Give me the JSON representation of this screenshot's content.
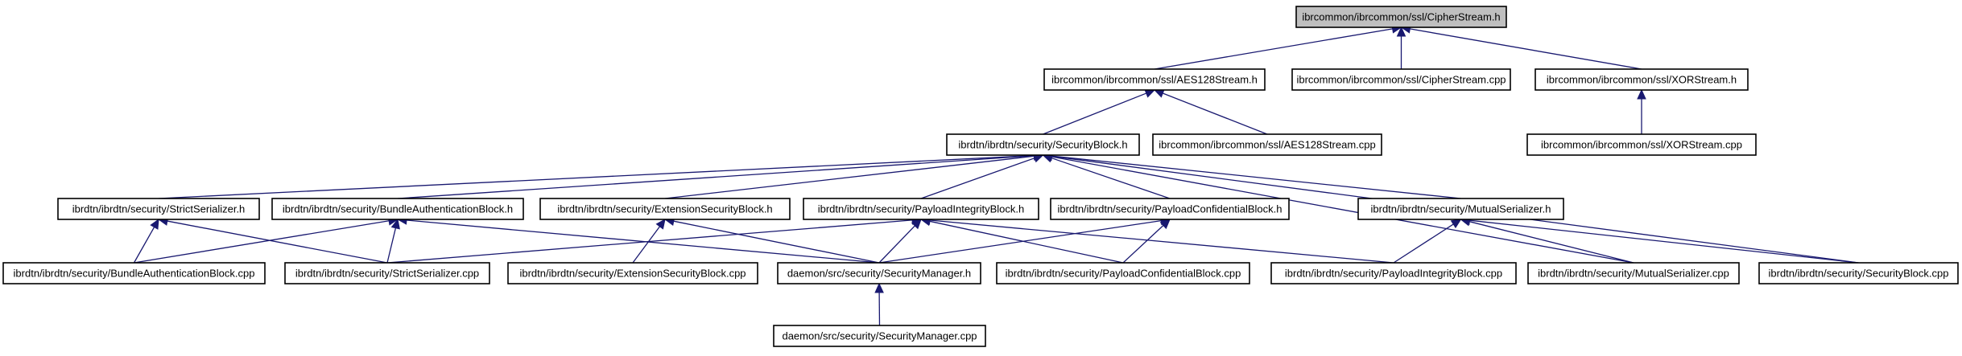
{
  "diagram": {
    "type": "include-dependency-graph",
    "nodes": [
      {
        "id": "cipherstream_h",
        "label": "ibrcommon/ibrcommon/ssl/CipherStream.h",
        "highlighted": true
      },
      {
        "id": "aes128stream_h",
        "label": "ibrcommon/ibrcommon/ssl/AES128Stream.h"
      },
      {
        "id": "cipherstream_cpp",
        "label": "ibrcommon/ibrcommon/ssl/CipherStream.cpp"
      },
      {
        "id": "xorstream_h",
        "label": "ibrcommon/ibrcommon/ssl/XORStream.h"
      },
      {
        "id": "securityblock_h",
        "label": "ibrdtn/ibrdtn/security/SecurityBlock.h"
      },
      {
        "id": "aes128stream_cpp",
        "label": "ibrcommon/ibrcommon/ssl/AES128Stream.cpp"
      },
      {
        "id": "xorstream_cpp",
        "label": "ibrcommon/ibrcommon/ssl/XORStream.cpp"
      },
      {
        "id": "strictserializer_h",
        "label": "ibrdtn/ibrdtn/security/StrictSerializer.h"
      },
      {
        "id": "bundleauth_h",
        "label": "ibrdtn/ibrdtn/security/BundleAuthenticationBlock.h"
      },
      {
        "id": "extsec_h",
        "label": "ibrdtn/ibrdtn/security/ExtensionSecurityBlock.h"
      },
      {
        "id": "payloadint_h",
        "label": "ibrdtn/ibrdtn/security/PayloadIntegrityBlock.h"
      },
      {
        "id": "payloadconf_h",
        "label": "ibrdtn/ibrdtn/security/PayloadConfidentialBlock.h"
      },
      {
        "id": "mutualser_h",
        "label": "ibrdtn/ibrdtn/security/MutualSerializer.h"
      },
      {
        "id": "bundleauth_cpp",
        "label": "ibrdtn/ibrdtn/security/BundleAuthenticationBlock.cpp"
      },
      {
        "id": "strictserializer_cpp",
        "label": "ibrdtn/ibrdtn/security/StrictSerializer.cpp"
      },
      {
        "id": "extsec_cpp",
        "label": "ibrdtn/ibrdtn/security/ExtensionSecurityBlock.cpp"
      },
      {
        "id": "secmgr_h",
        "label": "daemon/src/security/SecurityManager.h"
      },
      {
        "id": "payloadconf_cpp",
        "label": "ibrdtn/ibrdtn/security/PayloadConfidentialBlock.cpp"
      },
      {
        "id": "payloadint_cpp",
        "label": "ibrdtn/ibrdtn/security/PayloadIntegrityBlock.cpp"
      },
      {
        "id": "mutualser_cpp",
        "label": "ibrdtn/ibrdtn/security/MutualSerializer.cpp"
      },
      {
        "id": "securityblock_cpp",
        "label": "ibrdtn/ibrdtn/security/SecurityBlock.cpp"
      },
      {
        "id": "secmgr_cpp",
        "label": "daemon/src/security/SecurityManager.cpp"
      }
    ],
    "edges": [
      {
        "from": "aes128stream_h",
        "to": "cipherstream_h"
      },
      {
        "from": "cipherstream_cpp",
        "to": "cipherstream_h"
      },
      {
        "from": "xorstream_h",
        "to": "cipherstream_h"
      },
      {
        "from": "securityblock_h",
        "to": "aes128stream_h"
      },
      {
        "from": "aes128stream_cpp",
        "to": "aes128stream_h"
      },
      {
        "from": "xorstream_cpp",
        "to": "xorstream_h"
      },
      {
        "from": "strictserializer_h",
        "to": "securityblock_h"
      },
      {
        "from": "bundleauth_h",
        "to": "securityblock_h"
      },
      {
        "from": "extsec_h",
        "to": "securityblock_h"
      },
      {
        "from": "payloadint_h",
        "to": "securityblock_h"
      },
      {
        "from": "payloadconf_h",
        "to": "securityblock_h"
      },
      {
        "from": "mutualser_h",
        "to": "securityblock_h"
      },
      {
        "from": "mutualser_cpp",
        "to": "securityblock_h"
      },
      {
        "from": "securityblock_cpp",
        "to": "securityblock_h"
      },
      {
        "from": "bundleauth_cpp",
        "to": "strictserializer_h"
      },
      {
        "from": "strictserializer_cpp",
        "to": "strictserializer_h"
      },
      {
        "from": "bundleauth_cpp",
        "to": "bundleauth_h"
      },
      {
        "from": "strictserializer_cpp",
        "to": "bundleauth_h"
      },
      {
        "from": "secmgr_h",
        "to": "bundleauth_h"
      },
      {
        "from": "extsec_cpp",
        "to": "extsec_h"
      },
      {
        "from": "secmgr_h",
        "to": "extsec_h"
      },
      {
        "from": "strictserializer_cpp",
        "to": "payloadint_h"
      },
      {
        "from": "secmgr_h",
        "to": "payloadint_h"
      },
      {
        "from": "payloadconf_cpp",
        "to": "payloadint_h"
      },
      {
        "from": "secmgr_h",
        "to": "payloadconf_h"
      },
      {
        "from": "payloadconf_cpp",
        "to": "payloadconf_h"
      },
      {
        "from": "payloadint_cpp",
        "to": "mutualser_h"
      },
      {
        "from": "mutualser_cpp",
        "to": "mutualser_h"
      },
      {
        "from": "securityblock_cpp",
        "to": "mutualser_h"
      },
      {
        "from": "secmgr_cpp",
        "to": "secmgr_h"
      },
      {
        "from": "payloadint_cpp",
        "to": "payloadint_h"
      }
    ],
    "colors": {
      "edge": "#191970",
      "highlight_fill": "#bfbfbf",
      "node_fill": "#ffffff",
      "node_stroke": "#000000"
    }
  }
}
